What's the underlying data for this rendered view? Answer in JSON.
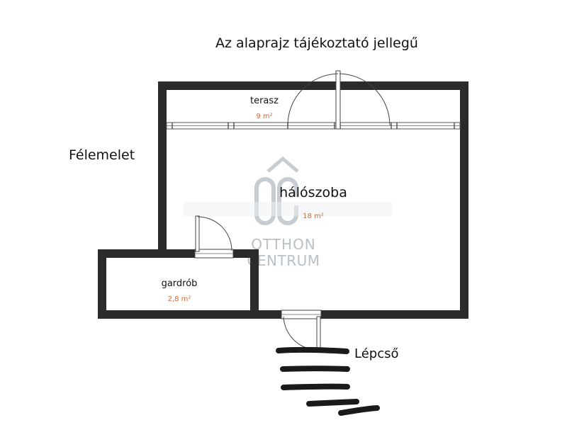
{
  "notice": "Az alaprajz tájékoztató jellegű",
  "floor": "Félemelet",
  "stairs": "Lépcső",
  "rooms": [
    {
      "name": "terasz",
      "area": "9 m²"
    },
    {
      "name": "hálószoba",
      "area": "18 m²"
    },
    {
      "name": "gardrób",
      "area": "2,8 m²"
    }
  ],
  "watermark": {
    "line1": "OTTHON",
    "line2": "CENTRUM"
  }
}
